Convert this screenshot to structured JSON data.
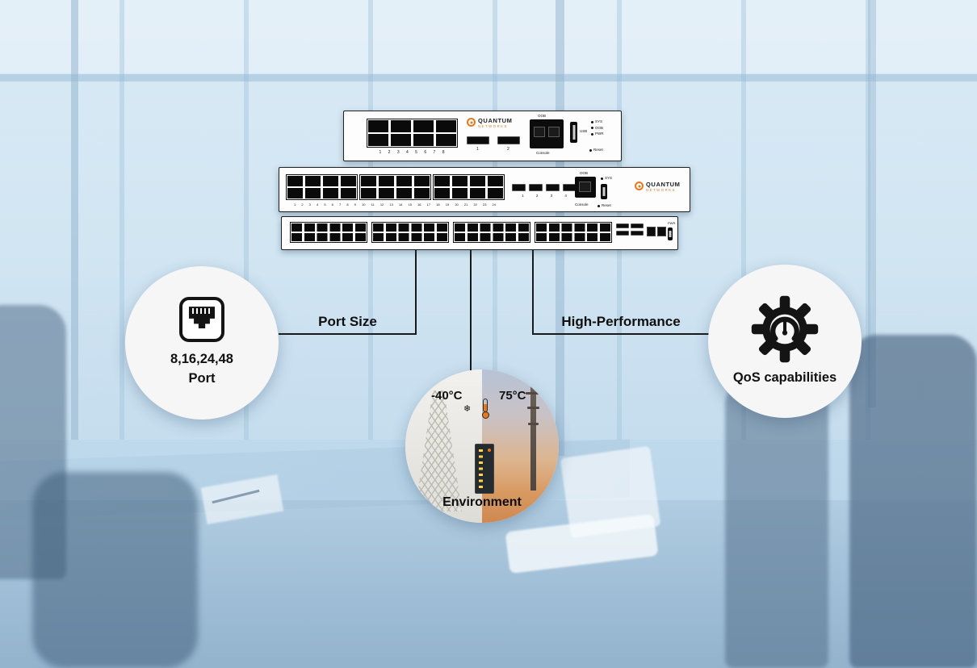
{
  "colors": {
    "background_tint": "#c9def0",
    "connector_line": "#1a1a1a",
    "circle_fill": "#f6f6f6",
    "brand_orange": "#e8781e",
    "switch_body": "#ffffff",
    "port_black": "#0a0a0a",
    "text": "#121212"
  },
  "icons": {
    "snowflake": "❄"
  },
  "callouts": {
    "port_size": {
      "label": "Port Size",
      "circle_line1": "8,16,24,48",
      "circle_line2": "Port"
    },
    "high_performance": {
      "label": "High-Performance",
      "circle_text": "QoS capabilities"
    },
    "environment": {
      "label": "Environment",
      "temp_low": "-40°C",
      "temp_high": "75°C"
    }
  },
  "switches": {
    "sw8": {
      "brand_top": "QUANTUM",
      "brand_bottom": "NETWORKS",
      "port_numbers": "1 2 3 4 5 6 7 8",
      "sfp_numbers": [
        "1",
        "2"
      ],
      "oob_label": "OOB",
      "console_label": "Console",
      "usb_label": "USB",
      "led_labels": [
        "SYS",
        "OOB",
        "PWR"
      ],
      "reset_label": "Reset"
    },
    "sw24": {
      "brand_top": "QUANTUM",
      "brand_bottom": "NETWORKS",
      "port_numbers": "1 2 3 4 5 6 7 8 9 10 11 12 13 14 15 16 17 18 19 20 21 22 23 24",
      "sfp_numbers": "1 2 3 4",
      "oob_label": "OOB",
      "sys_label": "SYS",
      "console_label": "Console",
      "reset_label": "Reset"
    },
    "sw48": {
      "pwr_label": "PWR"
    }
  }
}
